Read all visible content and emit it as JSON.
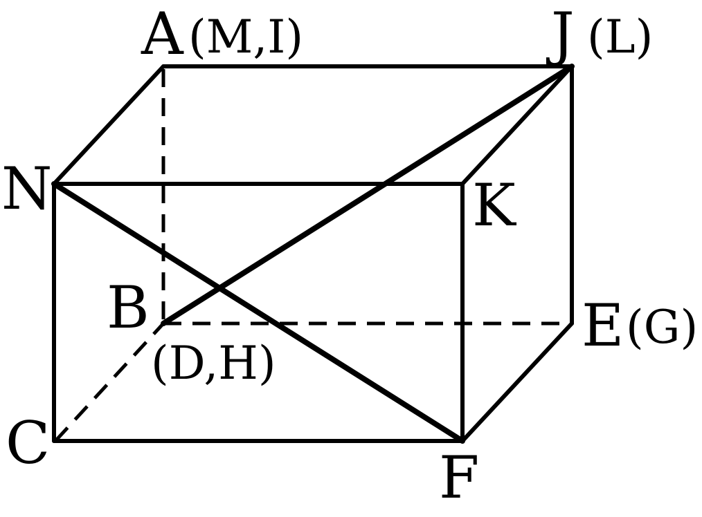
{
  "figure": {
    "labels": {
      "A": "A",
      "A_sub": "(M,I)",
      "J": "J",
      "J_sub": "(L)",
      "N": "N",
      "K": "K",
      "B": "B",
      "B_sub": "(D,H)",
      "E": "E",
      "E_sub": "(G)",
      "C": "C",
      "F": "F"
    }
  }
}
